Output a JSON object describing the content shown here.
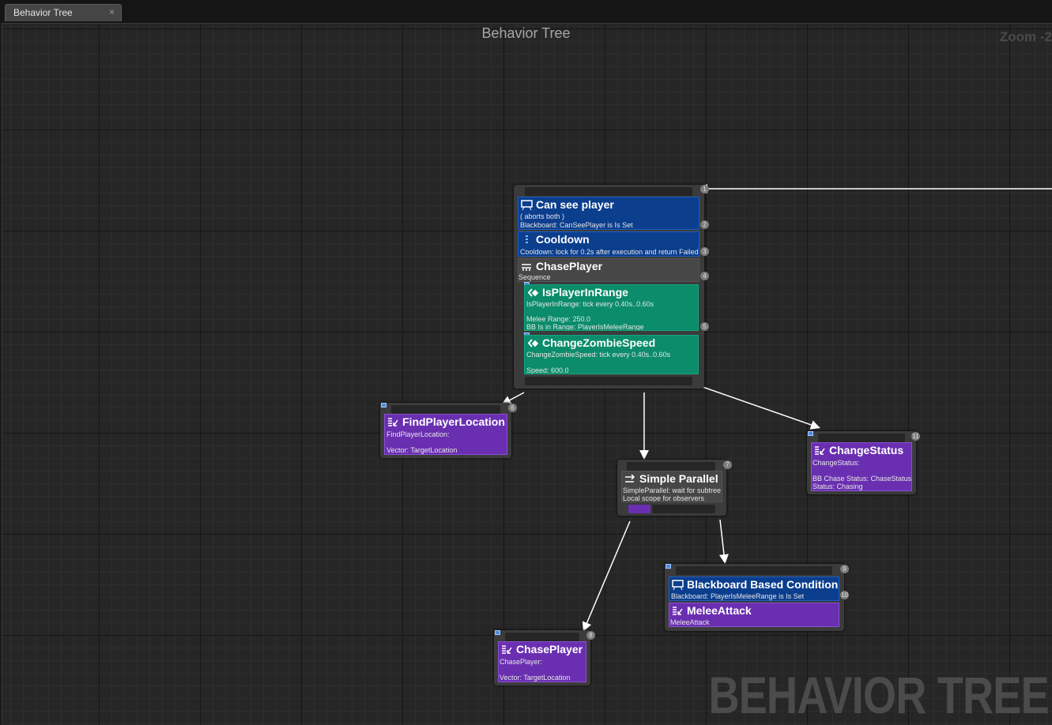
{
  "tab": {
    "label": "Behavior Tree",
    "close": "×"
  },
  "editor": {
    "title": "Behavior Tree",
    "zoom": "Zoom -2",
    "watermark": "BEHAVIOR TREE"
  },
  "colors": {
    "decorator": "#0b3e8d",
    "composite": "#474747",
    "service": "#0b8c6a",
    "task": "#6a2fb1",
    "wire": "#ffffff"
  },
  "nodes": {
    "chase_sequence": {
      "root_badge": "1",
      "can_see": {
        "title": "Can see player",
        "line1": "( aborts both )",
        "line2": "Blackboard: CanSeePlayer is Is Set",
        "badge": "2",
        "icon": "blackboard-icon"
      },
      "cooldown": {
        "title": "Cooldown",
        "line1": "Cooldown: lock for 0.2s after execution and return Failed",
        "badge": "3",
        "icon": "cooldown-icon"
      },
      "sequence": {
        "title": "ChasePlayer",
        "line1": "Sequence",
        "badge": "4",
        "icon": "sequence-icon"
      },
      "in_range": {
        "title": "IsPlayerInRange",
        "line1": "IsPlayerInRange: tick every 0.40s..0.60s",
        "line2": "Melee Range: 250.0",
        "line3": "BB Is in Range: PlayerIsMeleeRange",
        "badge": "5",
        "icon": "service-icon"
      },
      "zombie_speed": {
        "title": "ChangeZombieSpeed",
        "line1": "ChangeZombieSpeed: tick every 0.40s..0.60s",
        "line2": "Speed: 600.0",
        "icon": "service-icon"
      }
    },
    "find_location": {
      "title": "FindPlayerLocation",
      "line1": "FindPlayerLocation:",
      "line2": "Vector: TargetLocation",
      "badge": "6",
      "icon": "task-icon"
    },
    "parallel": {
      "title": "Simple Parallel",
      "line1": "SimpleParallel: wait for subtree",
      "line2": "Local scope for observers",
      "badge": "7",
      "icon": "parallel-icon"
    },
    "chase_task": {
      "title": "ChasePlayer",
      "line1": "ChasePlayer:",
      "line2": "Vector: TargetLocation",
      "badge": "8",
      "icon": "task-icon"
    },
    "melee": {
      "badge": "9",
      "condition": {
        "title": "Blackboard Based Condition",
        "line1": "Blackboard: PlayerIsMeleeRange is Is Set",
        "badge": "10",
        "icon": "blackboard-icon"
      },
      "attack": {
        "title": "MeleeAttack",
        "line1": "MeleeAttack",
        "icon": "task-icon"
      }
    },
    "change_status": {
      "title": "ChangeStatus",
      "line1": "ChangeStatus:",
      "line2": "BB Chase Status: ChaseStatus",
      "line3": "Status: Chasing",
      "badge": "11",
      "icon": "task-icon"
    }
  }
}
